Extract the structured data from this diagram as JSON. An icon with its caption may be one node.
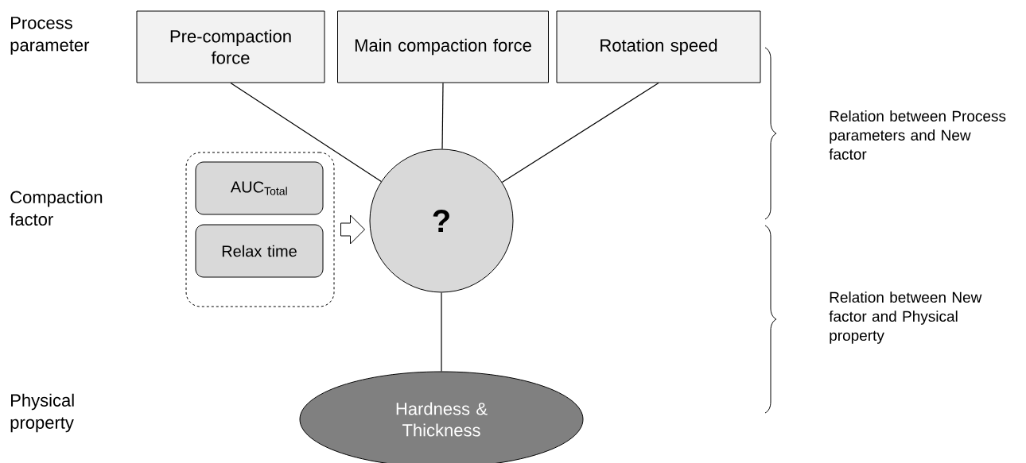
{
  "diagram": {
    "nodes": [
      {
        "text": [
          "Pre-compaction force"
        ]
      },
      {
        "text": [
          "Main compaction force"
        ]
      },
      {
        "text": [
          "Rotation speed"
        ]
      },
      {
        "text": [
          "?"
        ]
      },
      {
        "text": [],
        "shape": "box"
      },
      {
        "text": [
          "AUC$_{Total}$"
        ],
        "in": 4
      },
      {
        "text": [
          "Relax time"
        ],
        "in": 4
      },
      {
        "text": [
          "Hardness & Thickness"
        ]
      }
    ],
    "edges": [
      {
        "from": 0,
        "to": 3,
        "arrow": "none"
      },
      {
        "from": 1,
        "to": 3,
        "arrow": "none"
      },
      {
        "from": 2,
        "to": 3,
        "arrow": "none"
      },
      {
        "from": 4,
        "to": 3,
        "arrow": "to"
      },
      {
        "from": 3,
        "to": 7,
        "arrow": "none"
      }
    ],
    "labels": [
      "Process parameter",
      "Compaction factor",
      "Physical property",
      "Relation between Process parameters and New factor",
      "Relation between New factor and Physical property"
    ]
  }
}
